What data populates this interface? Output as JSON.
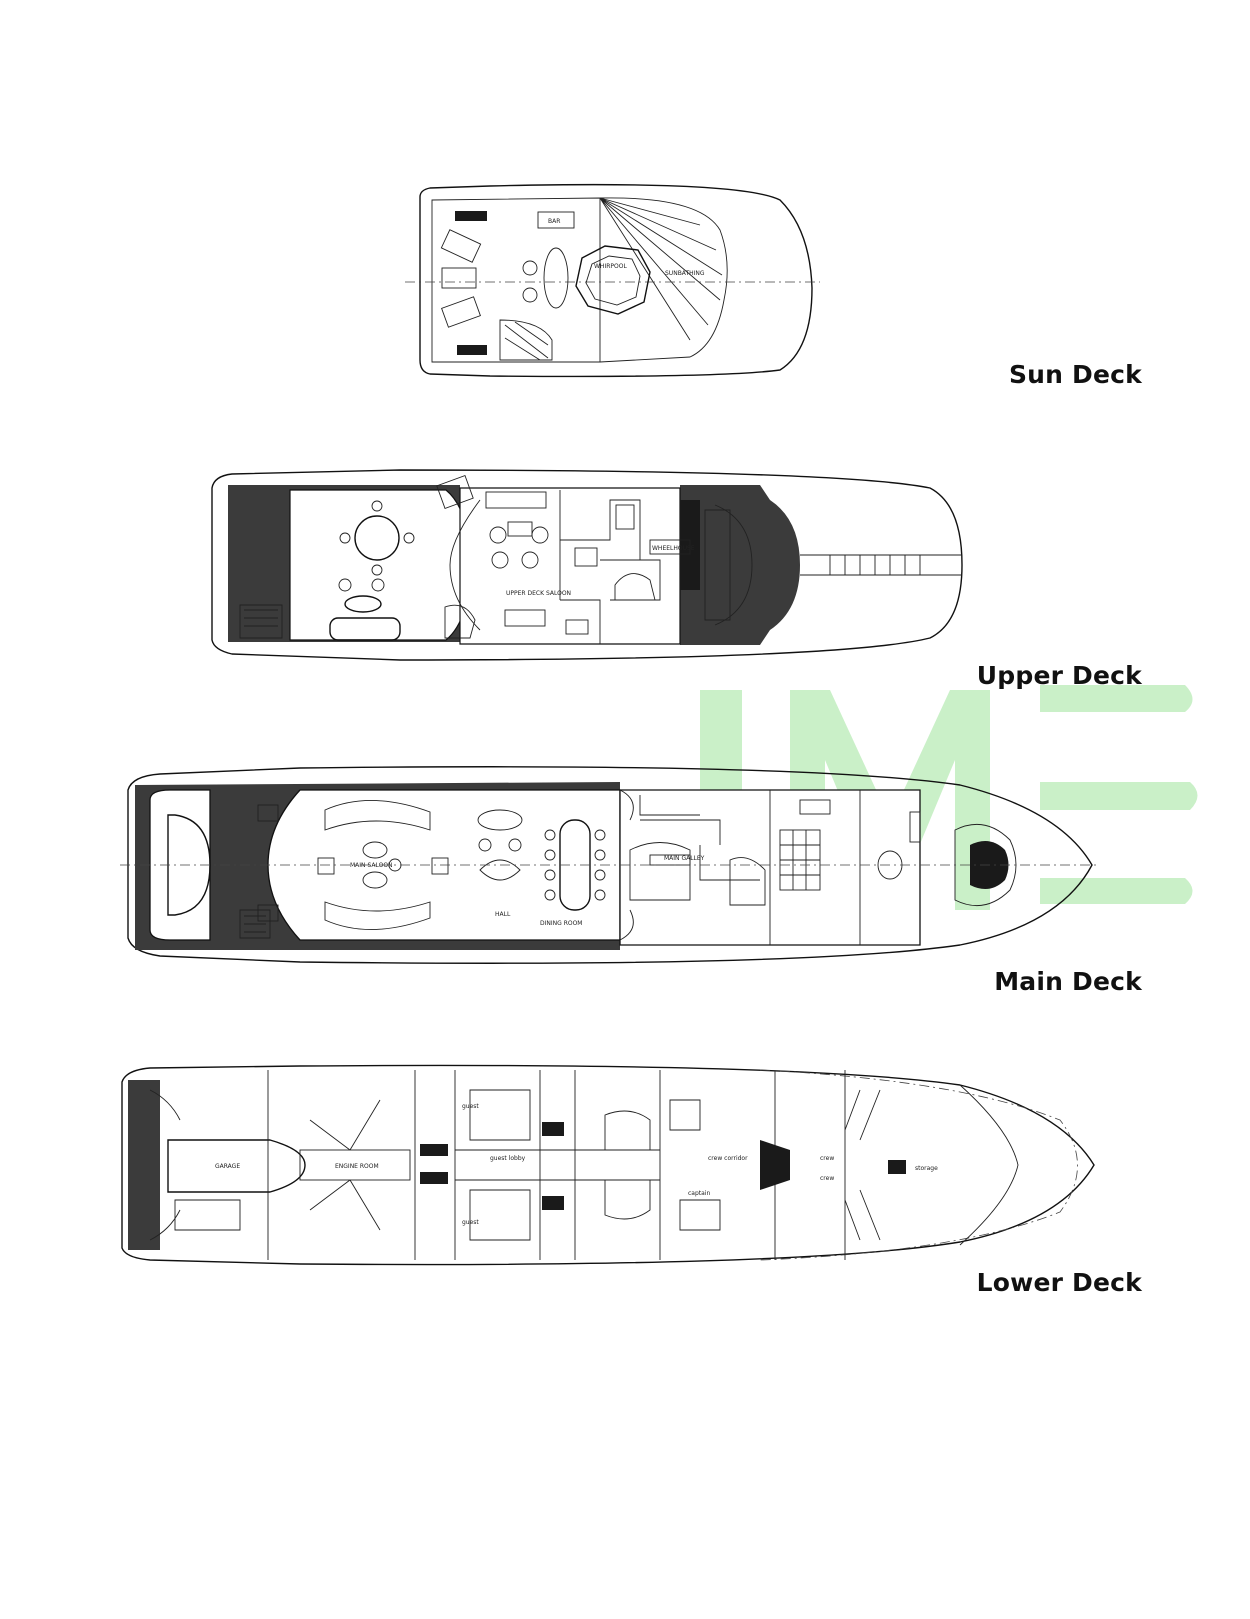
{
  "decks": [
    {
      "id": "sun",
      "label": "Sun Deck"
    },
    {
      "id": "upper",
      "label": "Upper Deck"
    },
    {
      "id": "main",
      "label": "Main Deck"
    },
    {
      "id": "lower",
      "label": "Lower Deck"
    }
  ],
  "rooms": {
    "sun": [
      "BAR",
      "WHIRPOOL",
      "SUNBATHING"
    ],
    "upper": [
      "UPPER DECK SALOON",
      "WHEELHOUSE"
    ],
    "main": [
      "MAIN SALOON",
      "HALL",
      "DINING ROOM",
      "MAIN GALLEY"
    ],
    "lower": [
      "GARAGE",
      "ENGINE ROOM",
      "guest",
      "guest lobby",
      "guest",
      "crew corridor",
      "crew",
      "crew",
      "captain",
      "storage"
    ]
  },
  "colors": {
    "ink": "#111111",
    "teak": "#3b3b3b",
    "watermark": "#9fe39a"
  }
}
